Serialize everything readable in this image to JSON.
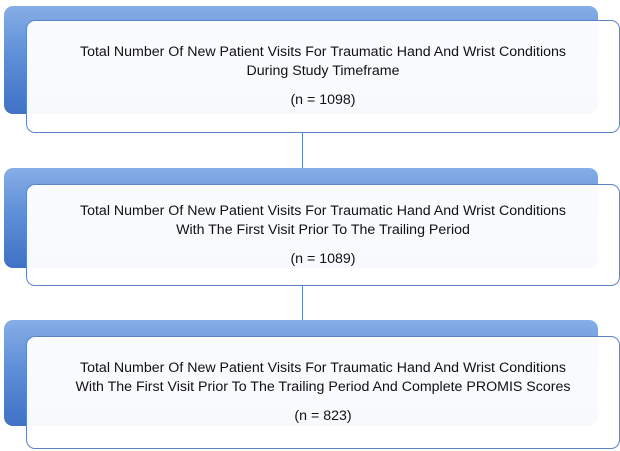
{
  "flowchart": {
    "boxes": [
      {
        "title_line1": "Total Number Of New Patient Visits For Traumatic Hand And Wrist Conditions",
        "title_line2": "During Study Timeframe",
        "count": "(n = 1098)"
      },
      {
        "title_line1": "Total Number Of New Patient Visits For Traumatic Hand And Wrist Conditions",
        "title_line2": "With The First Visit Prior To The Trailing Period",
        "count": "(n = 1089)"
      },
      {
        "title_line1": "Total Number Of New Patient Visits For Traumatic Hand And Wrist Conditions",
        "title_line2": "With The First Visit Prior To The Trailing Period And Complete PROMIS Scores",
        "count": "(n = 823)"
      }
    ],
    "colors": {
      "accent_blue": "#4f7fcf",
      "border": "#5f84c4",
      "text": "#111111"
    }
  }
}
